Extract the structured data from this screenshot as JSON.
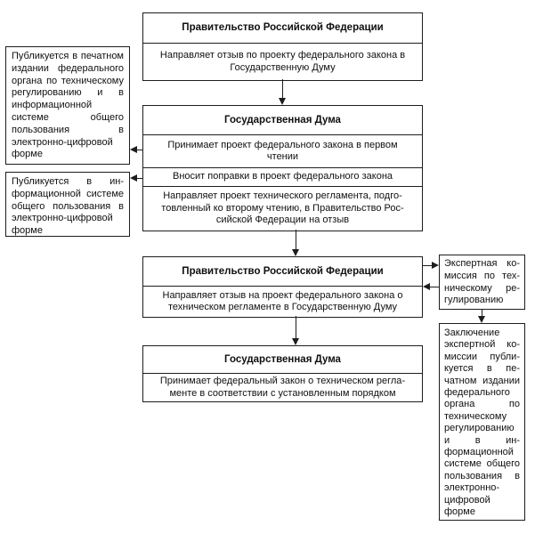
{
  "colors": {
    "background": "#ffffff",
    "border": "#1d1d1d",
    "text": "#101010"
  },
  "diagram": {
    "main_blocks": [
      {
        "header": "Правительство Российской Федерации",
        "rows": [
          "Направляет отзыв по проекту федерального закона в Государственную Думу"
        ]
      },
      {
        "header": "Государственная Дума",
        "rows": [
          "Принимает проект федерального закона в первом чтении",
          "Вносит поправки в проект федерального закона",
          "Направляет проект технического регламента, подго­товленный ко второму чтению, в Правительство Рос­сийской Федерации на отзыв"
        ]
      },
      {
        "header": "Правительство Российской Федерации",
        "rows": [
          "Направляет отзыв на проект федерального закона о техническом регламенте в Государственную Думу"
        ]
      },
      {
        "header": "Государственная Дума",
        "rows": [
          "Принимает федеральный закон о техническом регла­менте в соответствии с установленным порядком"
        ]
      }
    ],
    "side_notes": {
      "left_top": "Публикуется в печат­ном издании феде­рального органа по техническому регули­рованию и в инфор­мационной системе общего пользования в электронно-цифровой форме",
      "left_bottom": "Публикуется в ин­формационной систе­ме общего пользова­ния в электронно-цифровой форме",
      "right_top": "Экспертная ко­миссия по тех­ническому ре­гулированию",
      "right_bottom": "Заключение экспертной ко­миссии публи­куется в пе­чатном изда­нии федераль­ного органа по техническому регулирова­нию и в ин­формационной системе обще­го пользова­ния в элек­тронно-цифро­вой форме"
    }
  }
}
